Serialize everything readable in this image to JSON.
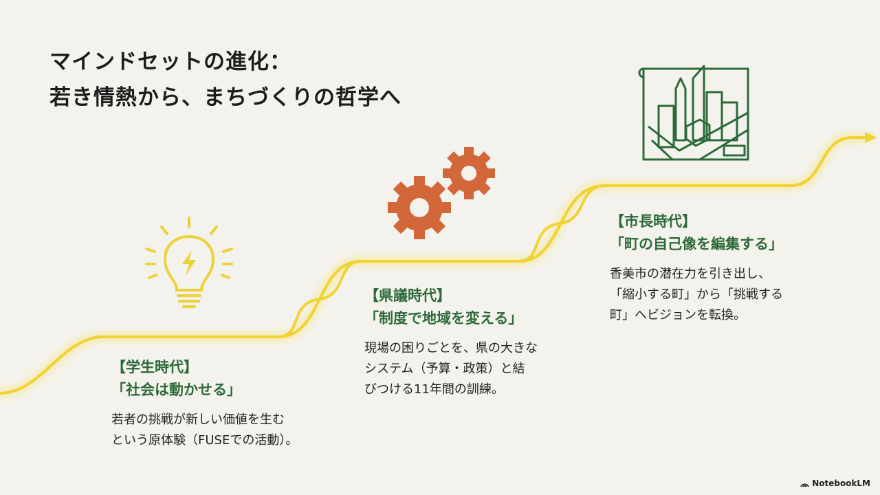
{
  "title": {
    "line1": "マインドセットの進化：",
    "line2": "若き情熱から、まちづくりの哲学へ"
  },
  "stages": [
    {
      "era": "【学生時代】",
      "motto": "「社会は動かせる」",
      "desc": "若者の挑戦が新しい価値を生む\nという原体験（FUSEでの活動）。",
      "icon": "lightbulb-icon"
    },
    {
      "era": "【県議時代】",
      "motto": "「制度で地域を変える」",
      "desc": "現場の困りごとを、県の大きな\nシステム（予算・政策）と結\nびつける11年間の訓練。",
      "icon": "gears-icon"
    },
    {
      "era": "【市長時代】",
      "motto": "「町の自己像を編集する」",
      "desc": "香美市の潜在力を引き出し、\n「縮小する町」から「挑戦する\n町」へビジョンを転換。",
      "icon": "city-blueprint-icon"
    }
  ],
  "brand": "NotebookLM",
  "colors": {
    "background": "#f4f2ec",
    "accent_green": "#2d6a3a",
    "path_yellow": "#f0d232",
    "gear_orange": "#d2673a"
  }
}
